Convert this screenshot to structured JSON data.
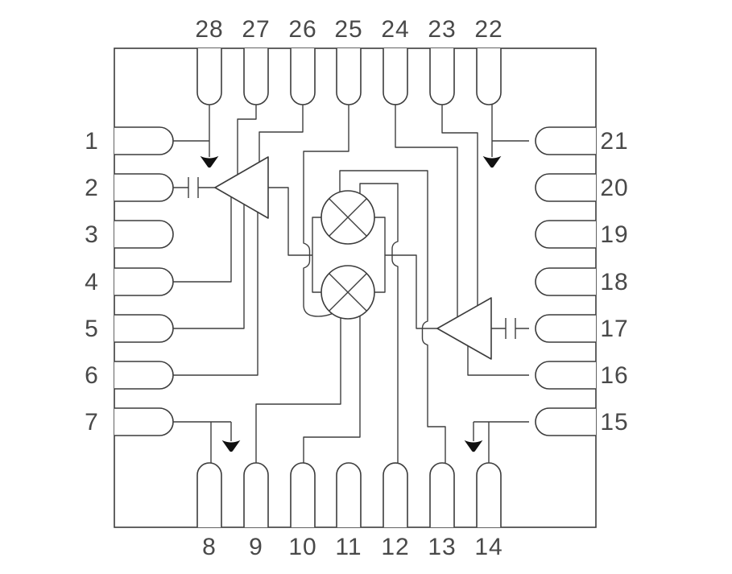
{
  "diagram": {
    "type": "ic-pinout-schematic",
    "pin_count": 28,
    "pins": {
      "top": [
        "28",
        "27",
        "26",
        "25",
        "24",
        "23",
        "22"
      ],
      "left": [
        "1",
        "2",
        "3",
        "4",
        "5",
        "6",
        "7"
      ],
      "right": [
        "21",
        "20",
        "19",
        "18",
        "17",
        "16",
        "15"
      ],
      "bottom": [
        "8",
        "9",
        "10",
        "11",
        "12",
        "13",
        "14"
      ]
    },
    "components": {
      "amplifiers": 2,
      "mixers": 2,
      "capacitors": 2,
      "ground_symbols": 4
    },
    "colors": {
      "background": "#ffffff",
      "line": "#3c3c3c",
      "label": "#494949",
      "ground_fill": "#111111"
    }
  }
}
